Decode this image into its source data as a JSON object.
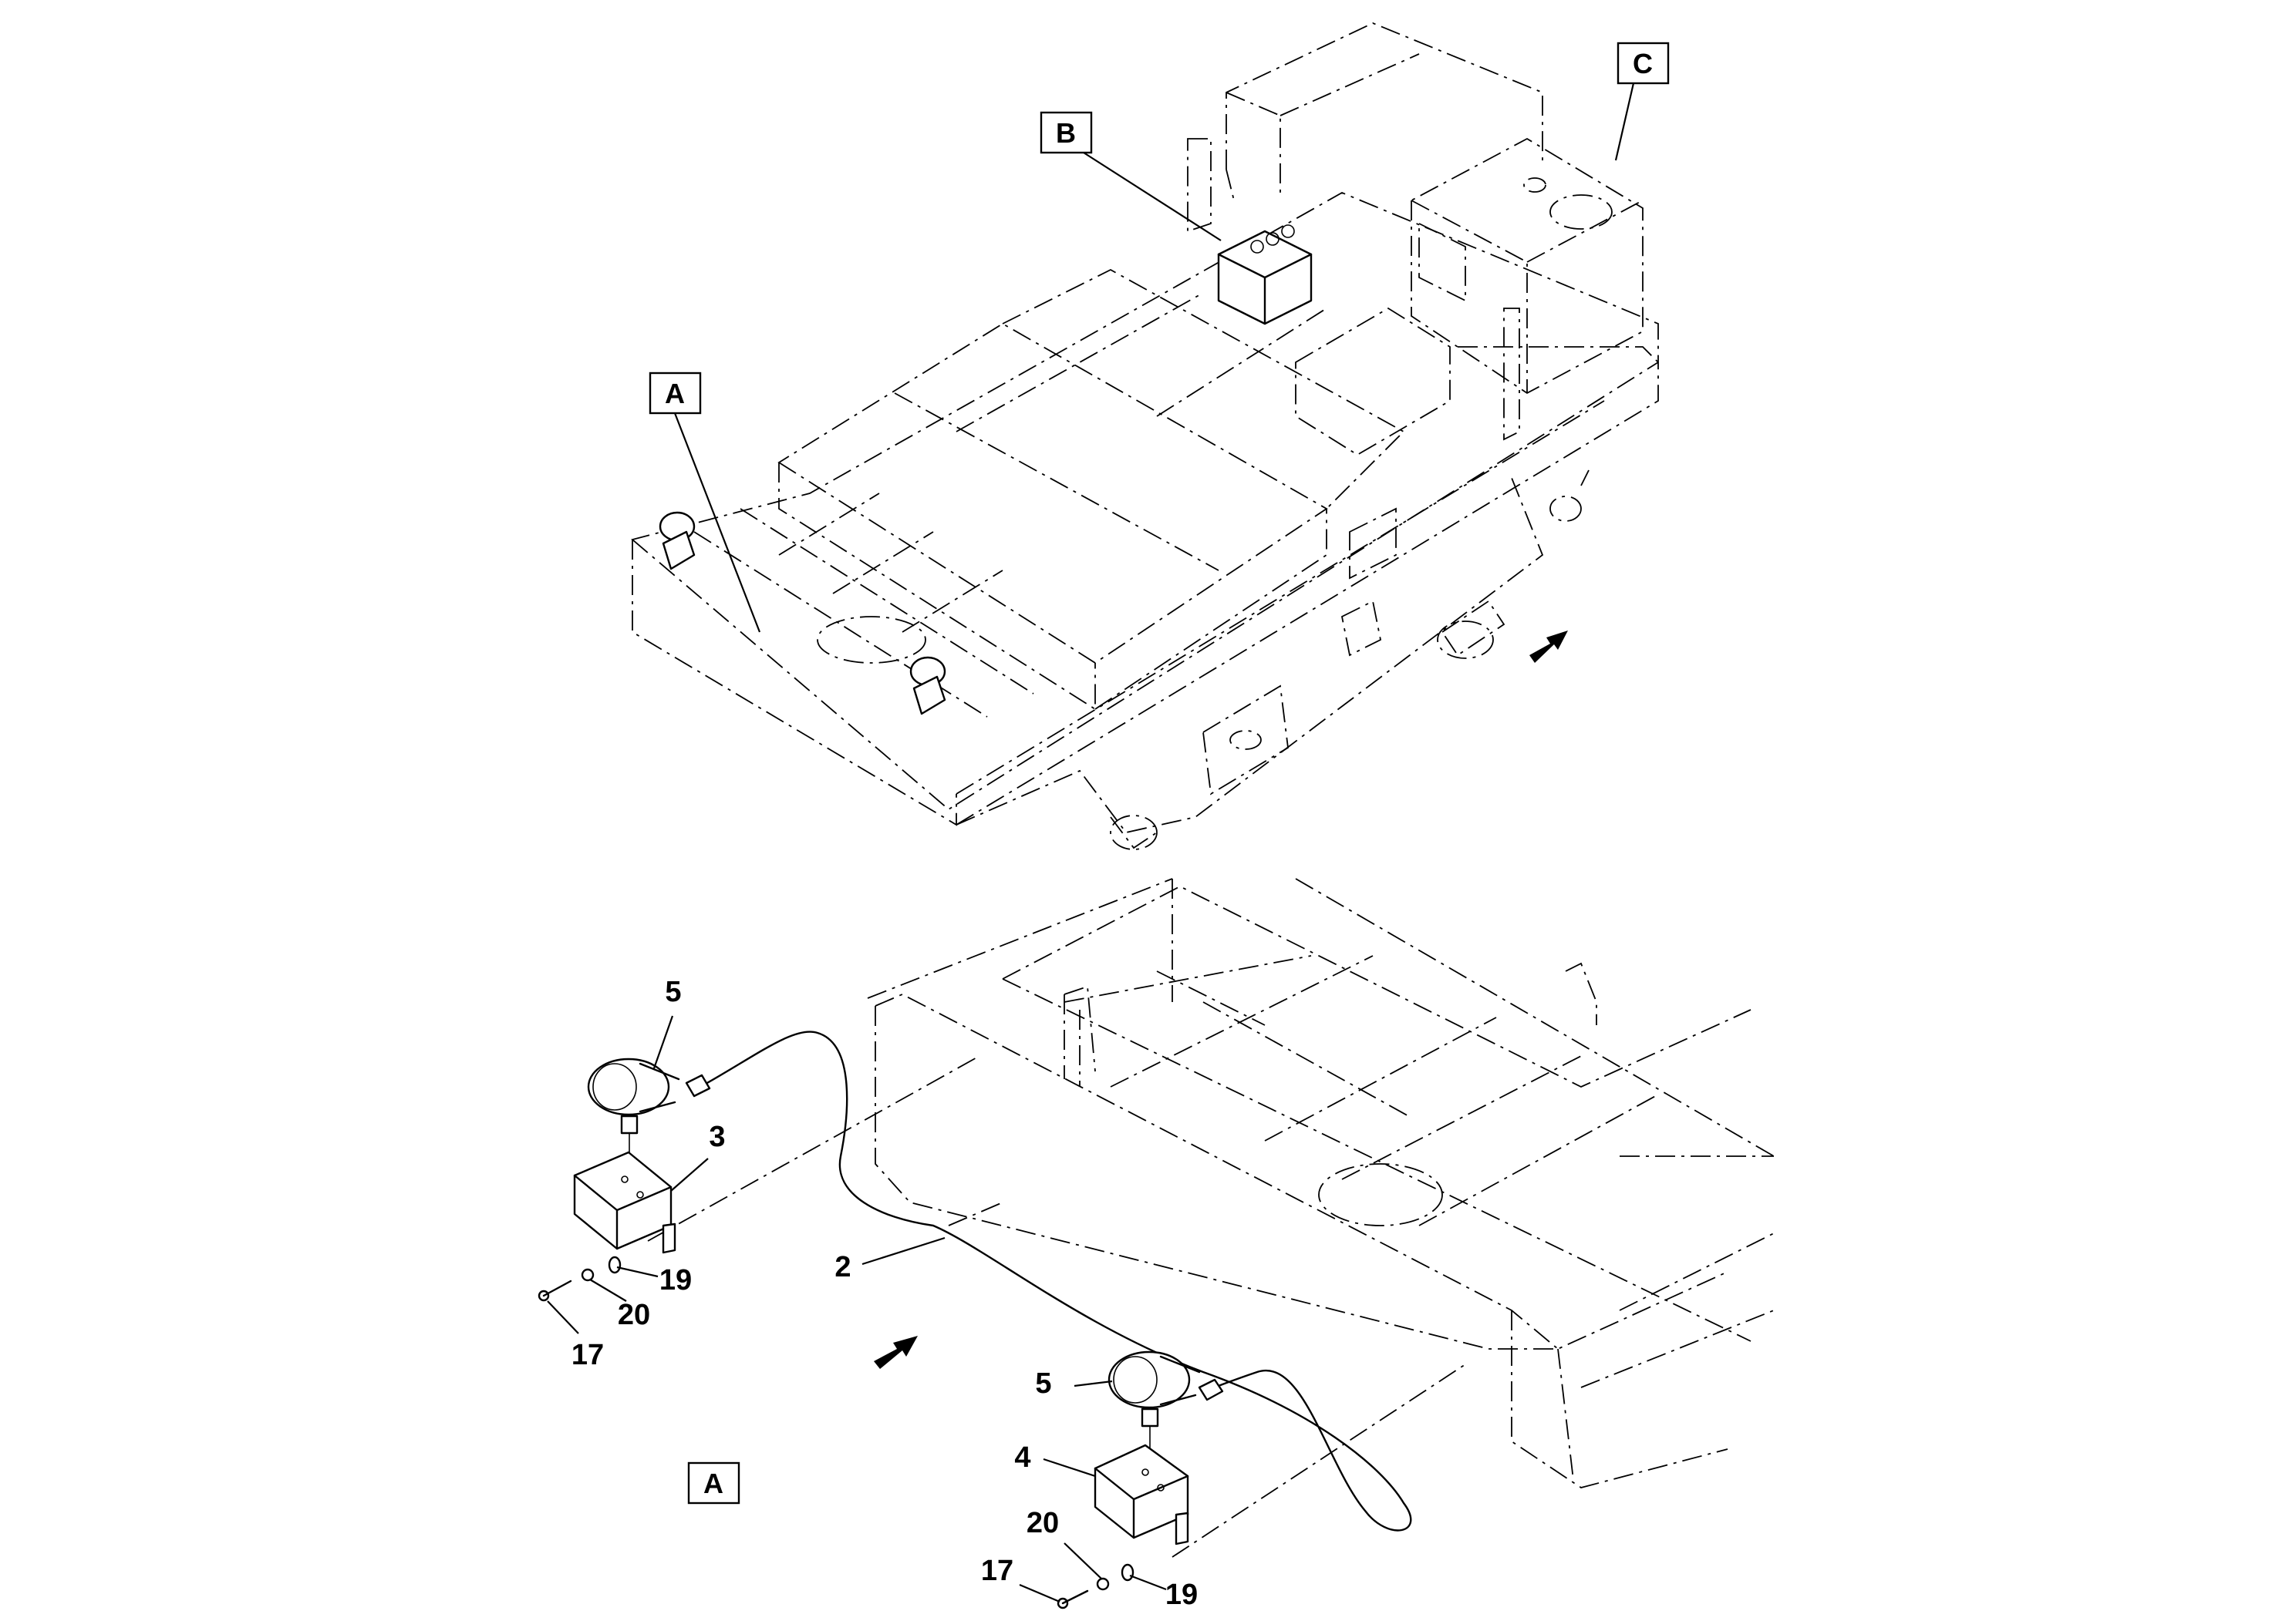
{
  "views": {
    "detail_a_label": "A",
    "detail_b_label": "B",
    "detail_c_label": "C",
    "detail_view_tag": "A"
  },
  "callouts": {
    "lamp_left": "5",
    "bracket_left": "3",
    "washer19_left": "19",
    "washer20_left": "20",
    "bolt_left": "17",
    "harness": "2",
    "lamp_right": "5",
    "bracket_right": "4",
    "washer20_right": "20",
    "bolt_right": "17",
    "washer19_right": "19"
  },
  "icons": {
    "direction_arrow_upper": "travel-direction-arrow-icon",
    "direction_arrow_lower": "travel-direction-arrow-icon"
  }
}
